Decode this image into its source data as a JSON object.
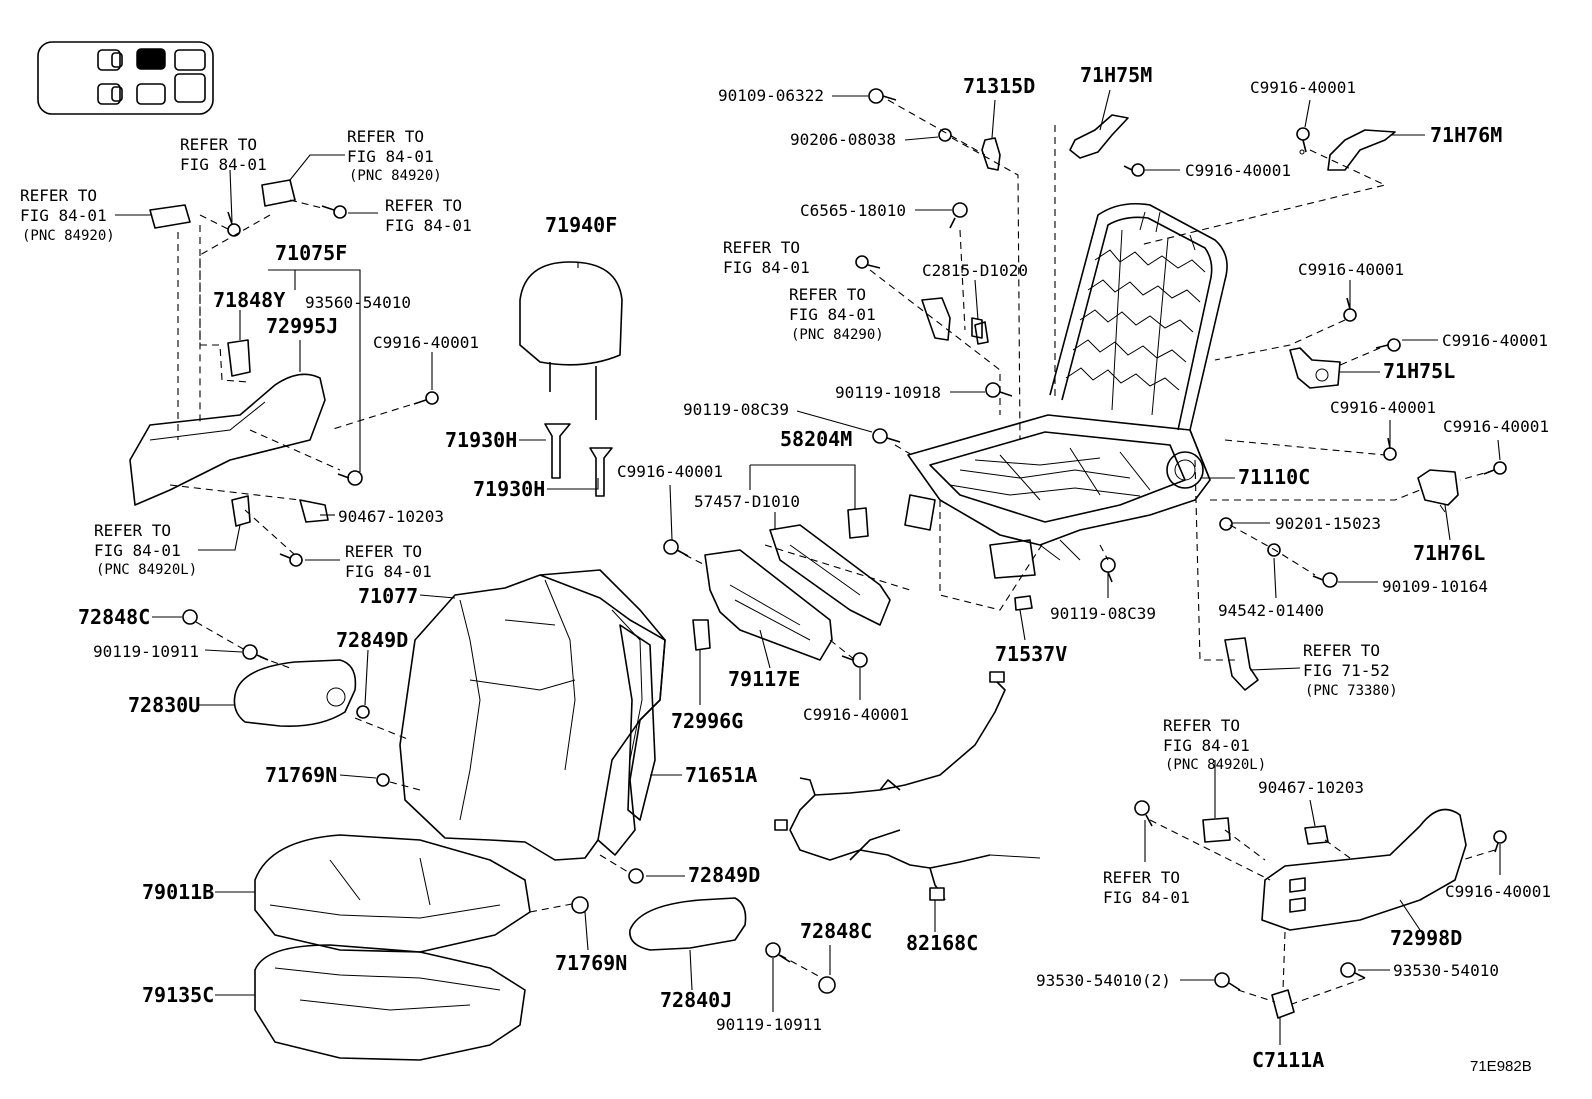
{
  "diagram_code": "71E982B",
  "part_numbers": {
    "p71315D": "71315D",
    "p71H75M": "71H75M",
    "p71H76M": "71H76M",
    "p71H75L": "71H75L",
    "p71H76L": "71H76L",
    "p71110C": "71110C",
    "p71537V": "71537V",
    "p58204M": "58204M",
    "p57457D1010": "57457-D1010",
    "p79117E": "79117E",
    "p72996G": "72996G",
    "p82168C": "82168C",
    "p71940F": "71940F",
    "p71930H_a": "71930H",
    "p71930H_b": "71930H",
    "p71075F": "71075F",
    "p71848Y": "71848Y",
    "p93560_54010": "93560-54010",
    "p72995J": "72995J",
    "p71077": "71077",
    "p71651A": "71651A",
    "p72848C_a": "72848C",
    "p72848C_b": "72848C",
    "p72849D_a": "72849D",
    "p72849D_b": "72849D",
    "p72830U": "72830U",
    "p71769N_a": "71769N",
    "p71769N_b": "71769N",
    "p79011B": "79011B",
    "p79135C": "79135C",
    "p72840J": "72840J",
    "p72998D": "72998D",
    "p7111A": "C7111A",
    "b90109_06322": "90109-06322",
    "b90206_08038": "90206-08038",
    "bC9916_top1": "C9916-40001",
    "bC9916_top2": "C9916-40001",
    "bC6565": "C6565-18010",
    "bC2815": "C2815-D1020",
    "bC9916_r1": "C9916-40001",
    "bC9916_r2": "C9916-40001",
    "bC9916_r3": "C9916-40001",
    "bC9916_r4": "C9916-40001",
    "b90119_10918": "90119-10918",
    "b90119_08C39_a": "90119-08C39",
    "b90119_08C39_b": "90119-08C39",
    "bC9916_mid": "C9916-40001",
    "bC9916_79117": "C9916-40001",
    "bC9916_left": "C9916-40001",
    "b90201_15023": "90201-15023",
    "b94542_01400": "94542-01400",
    "b90109_10164": "90109-10164",
    "b90467_10203_a": "90467-10203",
    "b90467_10203_b": "90467-10203",
    "b90119_10911_a": "90119-10911",
    "b90119_10911_b": "90119-10911",
    "bC9916_br": "C9916-40001",
    "b93530_2": "93530-54010(2)",
    "b93530": "93530-54010"
  },
  "refer_notes": {
    "refer_to": "REFER TO",
    "fig_84_01": "FIG 84-01",
    "fig_71_52": "FIG 71-52",
    "pnc_84920": "(PNC 84920)",
    "pnc_84920L": "(PNC 84920L)",
    "pnc_84290": "(PNC 84290)",
    "pnc_73380": "(PNC 73380)"
  }
}
